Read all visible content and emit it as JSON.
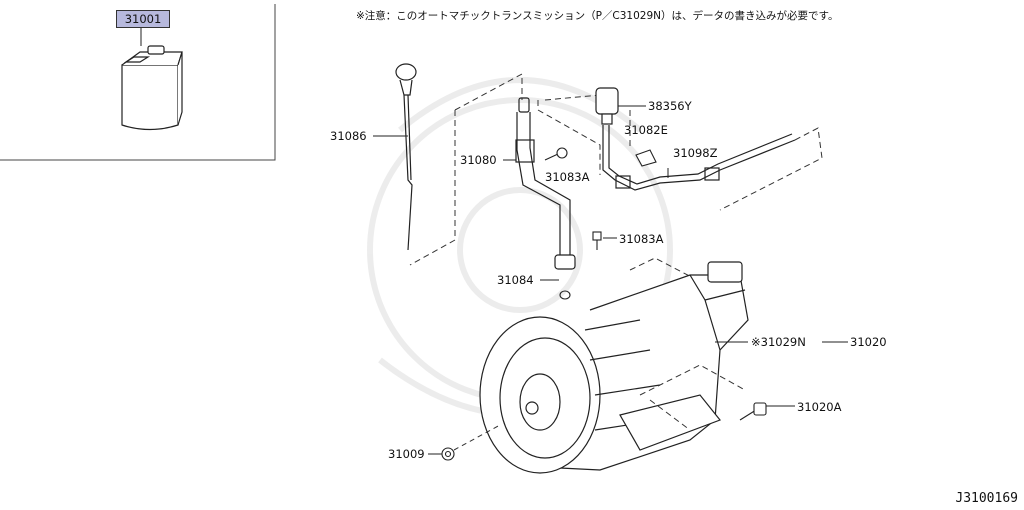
{
  "notice": "※注意：このオートマチックトランスミッション（P／C31029N）は、データの書き込みが必要です。",
  "diagram_code": "J3100169",
  "inset_part": "31001",
  "labels": {
    "p31086": "31086",
    "p31080": "31080",
    "p31083A_1": "31083A",
    "p31083A_2": "31083A",
    "p31084": "31084",
    "p38356Y": "38356Y",
    "p31082E": "31082E",
    "p31098Z": "31098Z",
    "p31029N": "※31029N",
    "p31020": "31020",
    "p31020A": "31020A",
    "p31009": "31009"
  }
}
